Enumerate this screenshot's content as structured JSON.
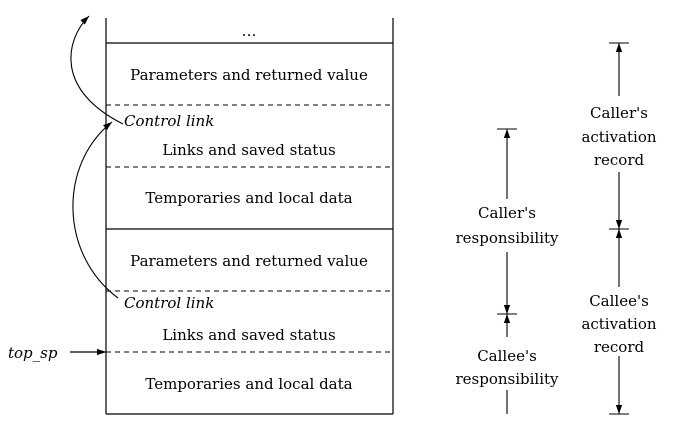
{
  "stack": {
    "ellipsis": "…",
    "upper_frame": {
      "params": "Parameters and returned value",
      "control_link": "Control link",
      "links": "Links and saved status",
      "temps": "Temporaries and local data"
    },
    "lower_frame": {
      "params": "Parameters and returned value",
      "control_link": "Control link",
      "links": "Links and saved status",
      "temps": "Temporaries and local data"
    },
    "pointer_label": "top_sp"
  },
  "responsibility": {
    "caller": [
      "Caller's",
      "responsibility"
    ],
    "callee": [
      "Callee's",
      "responsibility"
    ]
  },
  "activation_record": {
    "caller": [
      "Caller's",
      "activation",
      "record"
    ],
    "callee": [
      "Callee's",
      "activation",
      "record"
    ]
  }
}
